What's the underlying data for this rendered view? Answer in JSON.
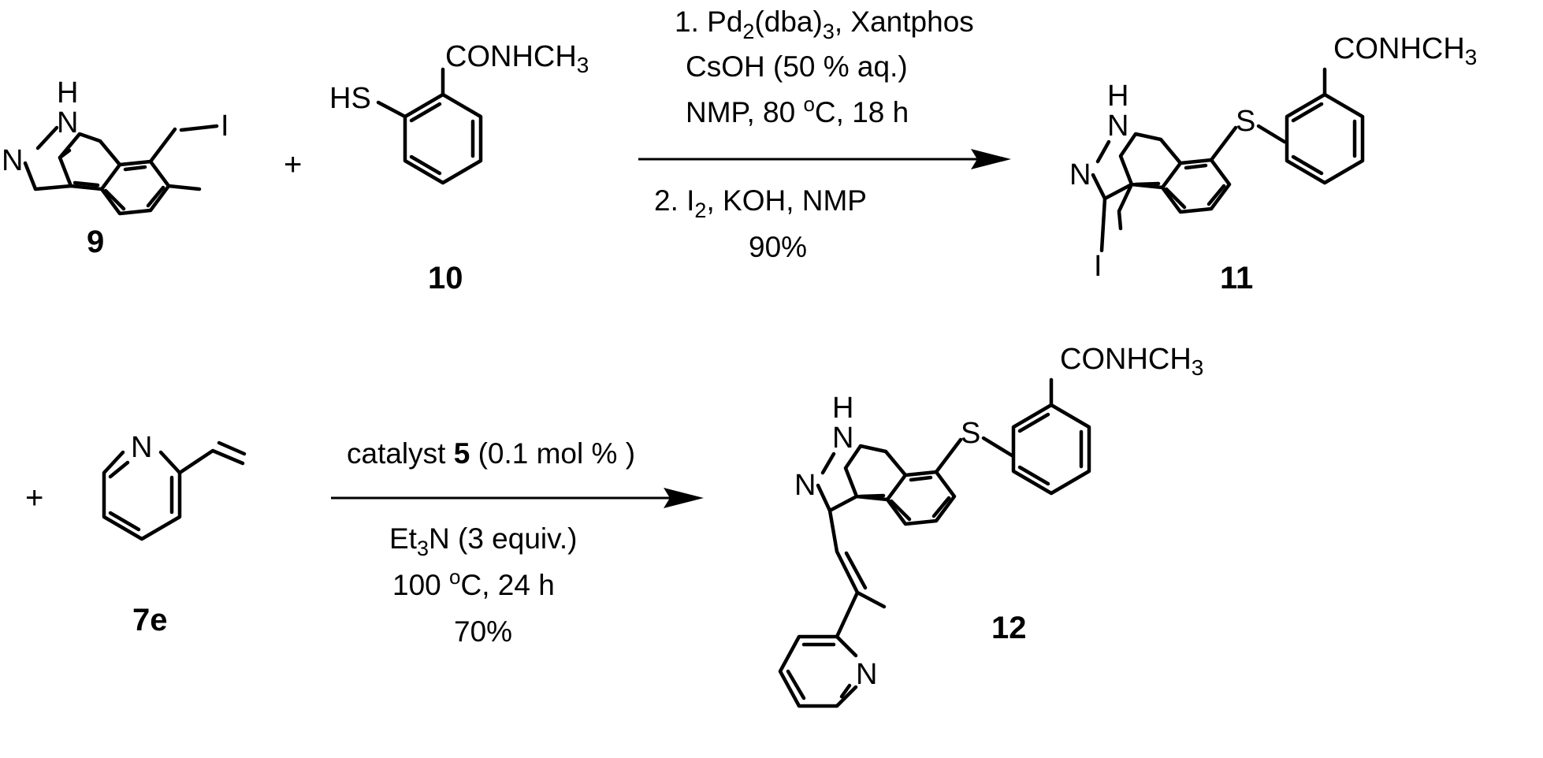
{
  "reaction1": {
    "reactant1": {
      "label": "9",
      "atoms": {
        "nh_h": "H",
        "nh_n": "N",
        "n2": "N",
        "iodo": "I"
      }
    },
    "plus": "+",
    "reactant2": {
      "label": "10",
      "atoms": {
        "amide": "CONHCH",
        "amide_sub": "3",
        "thiol": "HS"
      }
    },
    "conditions": {
      "line1_pre": "1. Pd",
      "line1_sub": "2",
      "line1_mid": "(dba)",
      "line1_sub2": "3",
      "line1_post": ", Xantphos",
      "line2": "CsOH (50 % aq.)",
      "line3_pre": "NMP, 80 ",
      "line3_sup": "o",
      "line3_post": "C, 18 h",
      "line4_pre": "2. I",
      "line4_sub": "2",
      "line4_post": ", KOH, NMP",
      "yield": "90%"
    },
    "product": {
      "label": "11",
      "atoms": {
        "nh_h": "H",
        "nh_n": "N",
        "n2": "N",
        "iodo": "I",
        "sulfur": "S",
        "amide": "CONHCH",
        "amide_sub": "3"
      }
    }
  },
  "reaction2": {
    "plus": "+",
    "reactant": {
      "label": "7e",
      "atoms": {
        "n": "N"
      }
    },
    "conditions": {
      "line1_pre": "catalyst ",
      "line1_bold": "5",
      "line1_post": " (0.1 mol % )",
      "line2_pre": "Et",
      "line2_sub": "3",
      "line2_post": "N (3 equiv.)",
      "line3_pre": "100 ",
      "line3_sup": "o",
      "line3_post": "C, 24 h",
      "yield": "70%"
    },
    "product": {
      "label": "12",
      "atoms": {
        "nh_h": "H",
        "nh_n": "N",
        "n2": "N",
        "sulfur": "S",
        "amide": "CONHCH",
        "amide_sub": "3",
        "py_n": "N"
      }
    }
  }
}
